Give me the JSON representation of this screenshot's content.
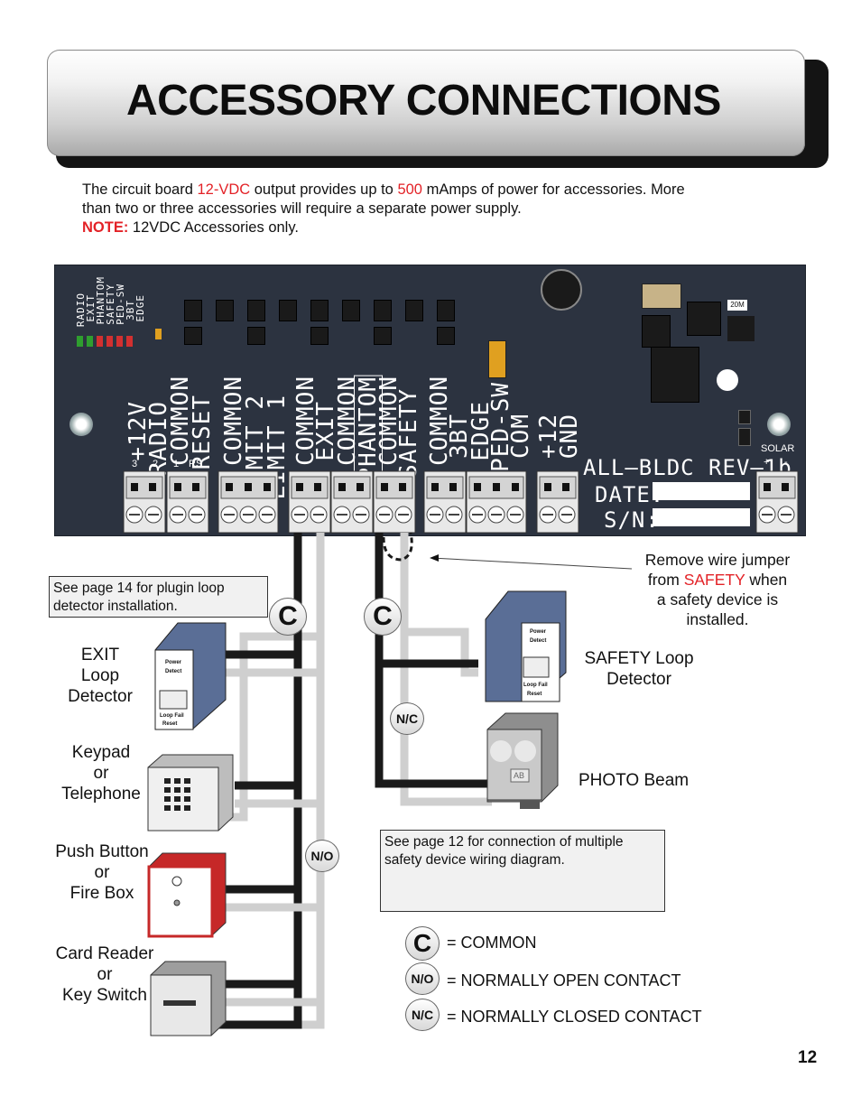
{
  "header": {
    "title": "ACCESSORY CONNECTIONS"
  },
  "intro": {
    "line1_a": "The circuit board ",
    "line1_voltage": "12-VDC",
    "line1_b": " output provides up to ",
    "line1_current": "500",
    "line1_c": " mAmps of power for accessories. More",
    "line2": "than two or three accessories will require a separate  power supply.",
    "note_label": "NOTE:",
    "note_text": " 12VDC Accessories only."
  },
  "board": {
    "silkscreen_left": [
      "EDGE",
      "3BT",
      "PED-SW",
      "SAFETY",
      "PHANTOM",
      "EXIT",
      "RADIO"
    ],
    "terminals": [
      "+12V",
      "RADIO",
      "COMMON",
      "RESET",
      "COMMON",
      "LIMIT 2",
      "LIMIT 1",
      "COMMON",
      "EXIT",
      "COMMON",
      "PHANTOM",
      "COMMON",
      "SAFETY",
      "COMMON",
      "3BT",
      "EDGE",
      "PED-SW",
      "COM",
      "+12",
      "GND"
    ],
    "pins": [
      "3",
      "2",
      "1",
      "RS"
    ],
    "revision": "ALL—BLDC REV—1b",
    "date_label": "DATE:",
    "serial_label": "S/N:",
    "solar_label": "SOLAR",
    "solar_plus": "+",
    "solar_minus": "-",
    "component_label": "20M"
  },
  "notes": {
    "plugin": "See page 14 for plugin loop detector installation.",
    "jumper_a": "Remove wire jumper",
    "jumper_b": "from ",
    "jumper_safety": "SAFETY",
    "jumper_c": " when",
    "jumper_d": "a safety device is",
    "jumper_e": "installed.",
    "multiple": "See page 12 for connection of multiple safety device wiring diagram."
  },
  "devices": {
    "exit": [
      "EXIT",
      "Loop",
      "Detector"
    ],
    "keypad": [
      "Keypad",
      "or",
      "Telephone"
    ],
    "push": [
      "Push Button",
      "or",
      "Fire Box"
    ],
    "card": [
      "Card Reader",
      "or",
      "Key Switch"
    ],
    "safety": [
      "SAFETY Loop",
      "Detector"
    ],
    "photo": "PHOTO Beam",
    "detector_power": "Power",
    "detector_detect": "Detect",
    "detector_loopfail": "Loop Fail",
    "detector_reset": "Reset",
    "photo_lens": "AB"
  },
  "markers": {
    "common": "C",
    "no": "N/O",
    "nc": "N/C"
  },
  "legend": {
    "common": "= COMMON",
    "no": "= NORMALLY OPEN CONTACT",
    "nc": "= NORMALLY CLOSED CONTACT"
  },
  "page_number": "12"
}
